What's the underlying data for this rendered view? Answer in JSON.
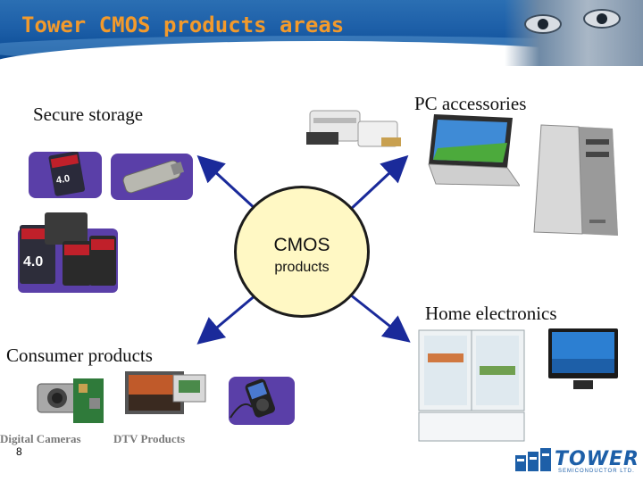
{
  "slide": {
    "title": "Tower CMOS products areas",
    "page_number": "8"
  },
  "center": {
    "title": "CMOS",
    "subtitle": "products"
  },
  "areas": {
    "secure_storage": "Secure storage",
    "pc_accessories": "PC accessories",
    "home_electronics": "Home electronics",
    "consumer_products": "Consumer products"
  },
  "captions": {
    "digital_cameras": "Digital Cameras",
    "dtv_products": "DTV Products"
  },
  "sd_cards": {
    "card_a": "4.0",
    "card_b": "4.0"
  },
  "logo": {
    "wordmark": "TOWER",
    "tagline": "SEMICONDUCTOR LTD."
  },
  "colors": {
    "header_blue": "#1d5fa8",
    "title_orange": "#f39a2b",
    "circle_fill": "#fff8c4",
    "arrow_blue": "#1a2a9a"
  }
}
